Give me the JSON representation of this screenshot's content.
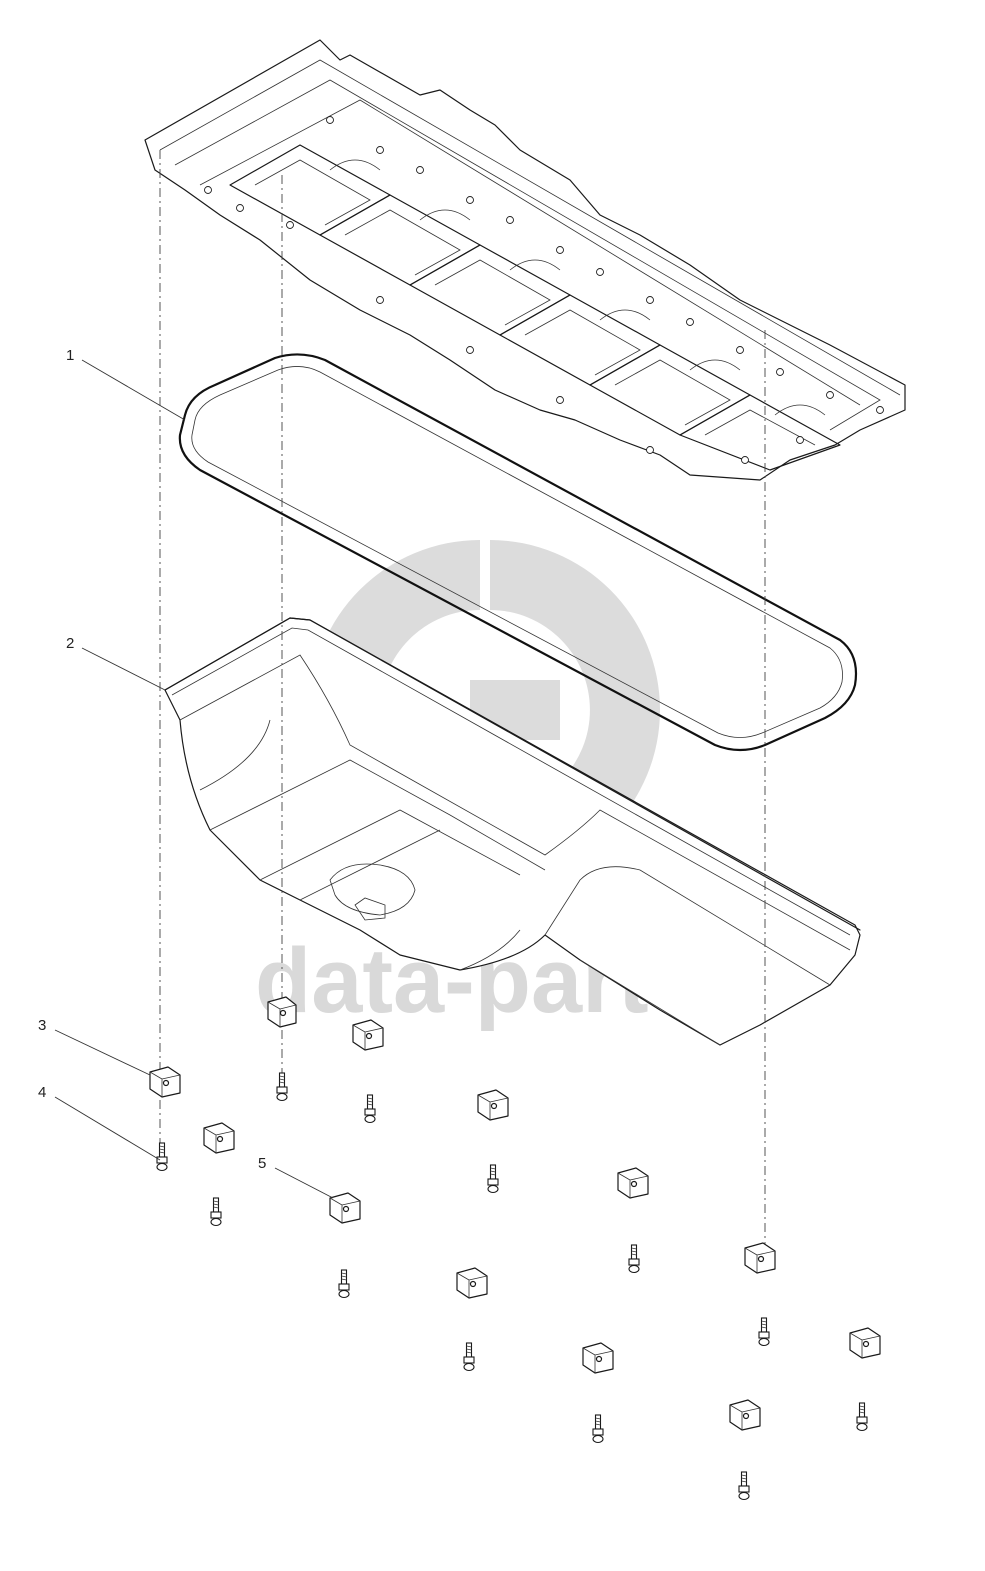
{
  "watermark": {
    "text": "data-parts",
    "color": "#d9d9d9"
  },
  "callouts": [
    {
      "id": "1",
      "label": "1"
    },
    {
      "id": "2",
      "label": "2"
    },
    {
      "id": "3",
      "label": "3"
    },
    {
      "id": "4",
      "label": "4"
    },
    {
      "id": "5",
      "label": "5"
    }
  ]
}
